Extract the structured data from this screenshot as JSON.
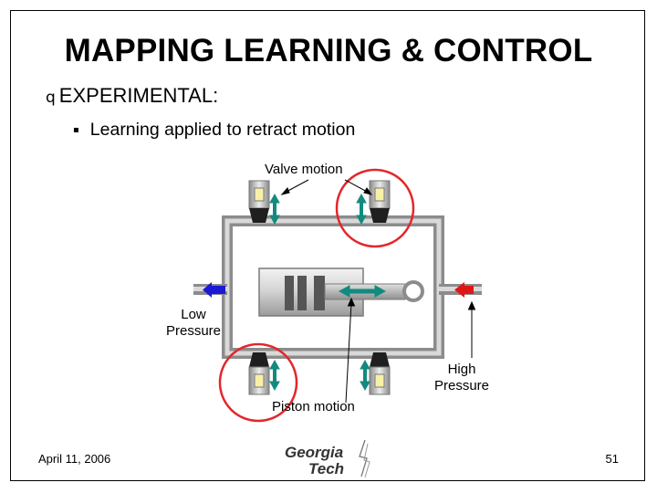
{
  "slide": {
    "title": "MAPPING LEARNING & CONTROL",
    "bullet_level1": "EXPERIMENTAL:",
    "bullet_level1_marker": "q",
    "bullet_level2": "Learning applied to retract motion",
    "bullet_level2_marker": "▪"
  },
  "diagram": {
    "valve_motion_label": "Valve motion",
    "low_pressure_label": "Low Pressure",
    "high_pressure_label": "High Pressure",
    "piston_motion_label": "Piston motion",
    "highlight_color": "#e3262b",
    "low_pressure_color": "#1a1ad6",
    "high_pressure_color": "#e01616",
    "motion_arrow_color": "#138a7e"
  },
  "footer": {
    "date": "April 11, 2006",
    "logo_text_line1": "Georgia",
    "logo_text_line2": "Tech",
    "page_number": "51"
  }
}
